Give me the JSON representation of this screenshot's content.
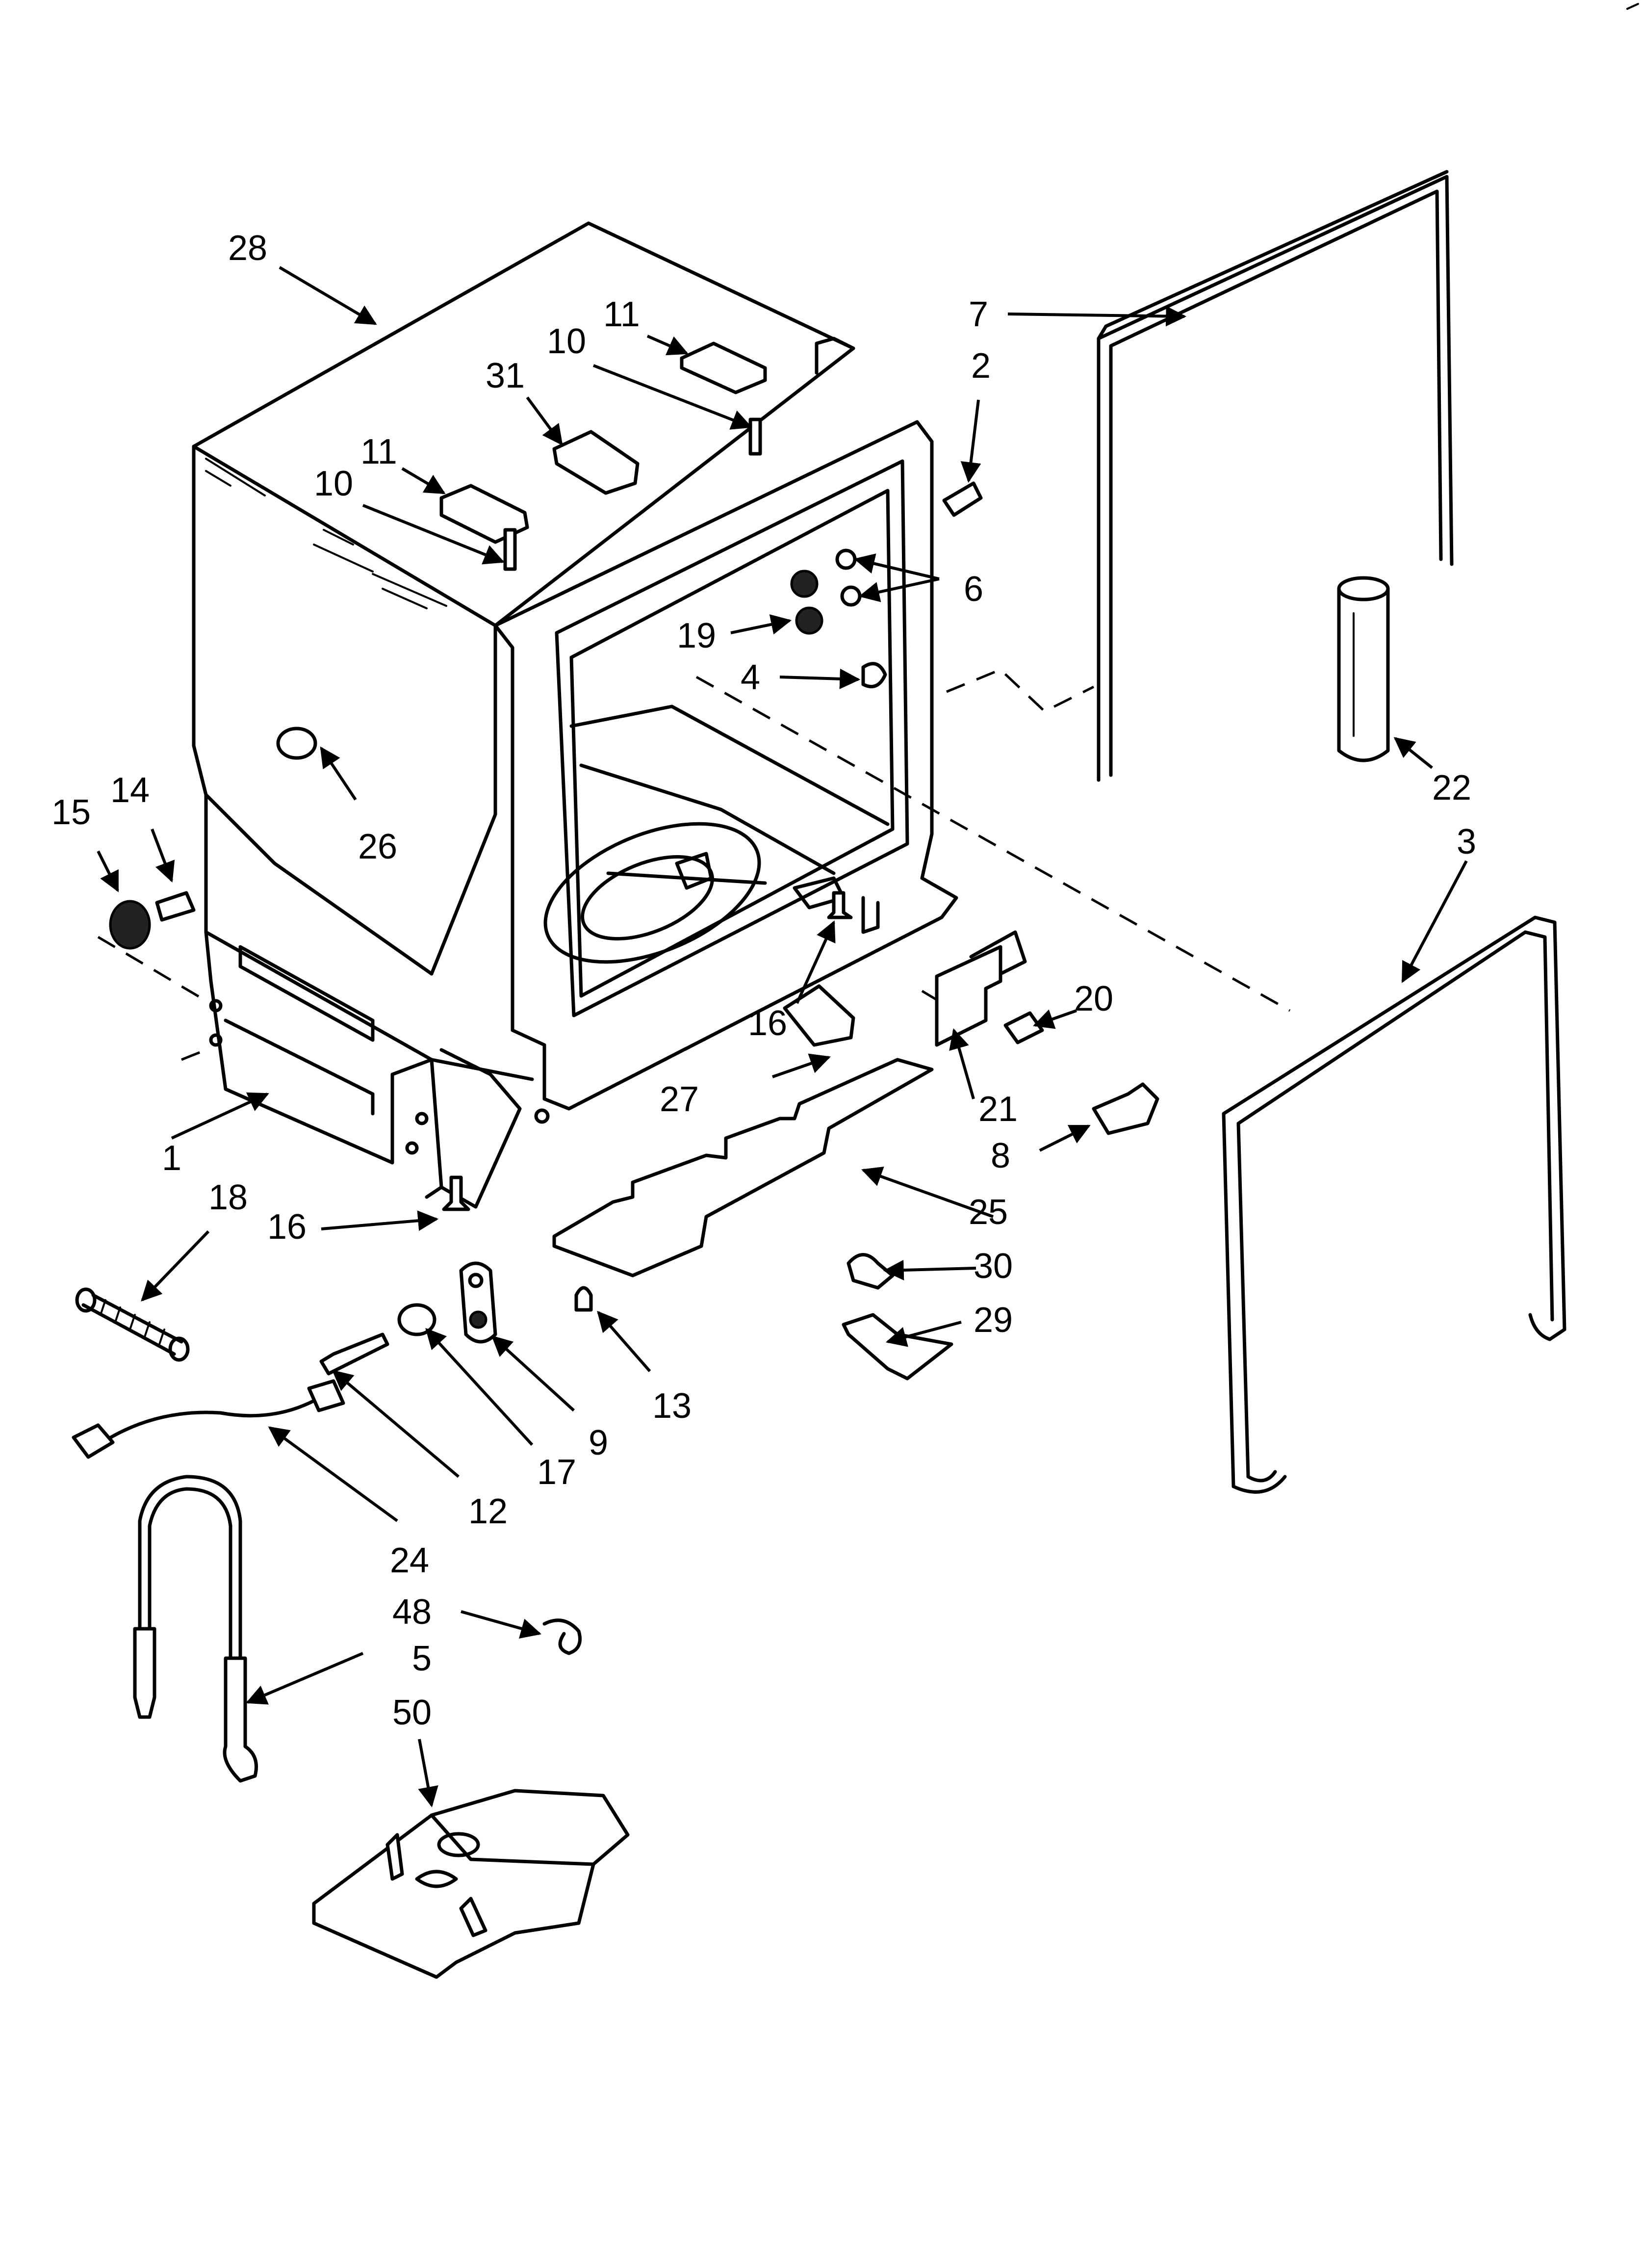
{
  "callouts": {
    "c1": "1",
    "c2": "2",
    "c3": "3",
    "c4": "4",
    "c5": "5",
    "c6": "6",
    "c7": "7",
    "c8": "8",
    "c9": "9",
    "c10a": "10",
    "c10b": "10",
    "c11a": "11",
    "c11b": "11",
    "c12": "12",
    "c13": "13",
    "c14": "14",
    "c15": "15",
    "c16a": "16",
    "c16b": "16",
    "c17": "17",
    "c18": "18",
    "c19": "19",
    "c20": "20",
    "c21": "21",
    "c22": "22",
    "c24": "24",
    "c25": "25",
    "c26": "26",
    "c27": "27",
    "c28": "28",
    "c29": "29",
    "c30": "30",
    "c31": "31",
    "c48": "48",
    "c50": "50"
  },
  "colors": {
    "line": "#000000",
    "background": "#ffffff"
  }
}
